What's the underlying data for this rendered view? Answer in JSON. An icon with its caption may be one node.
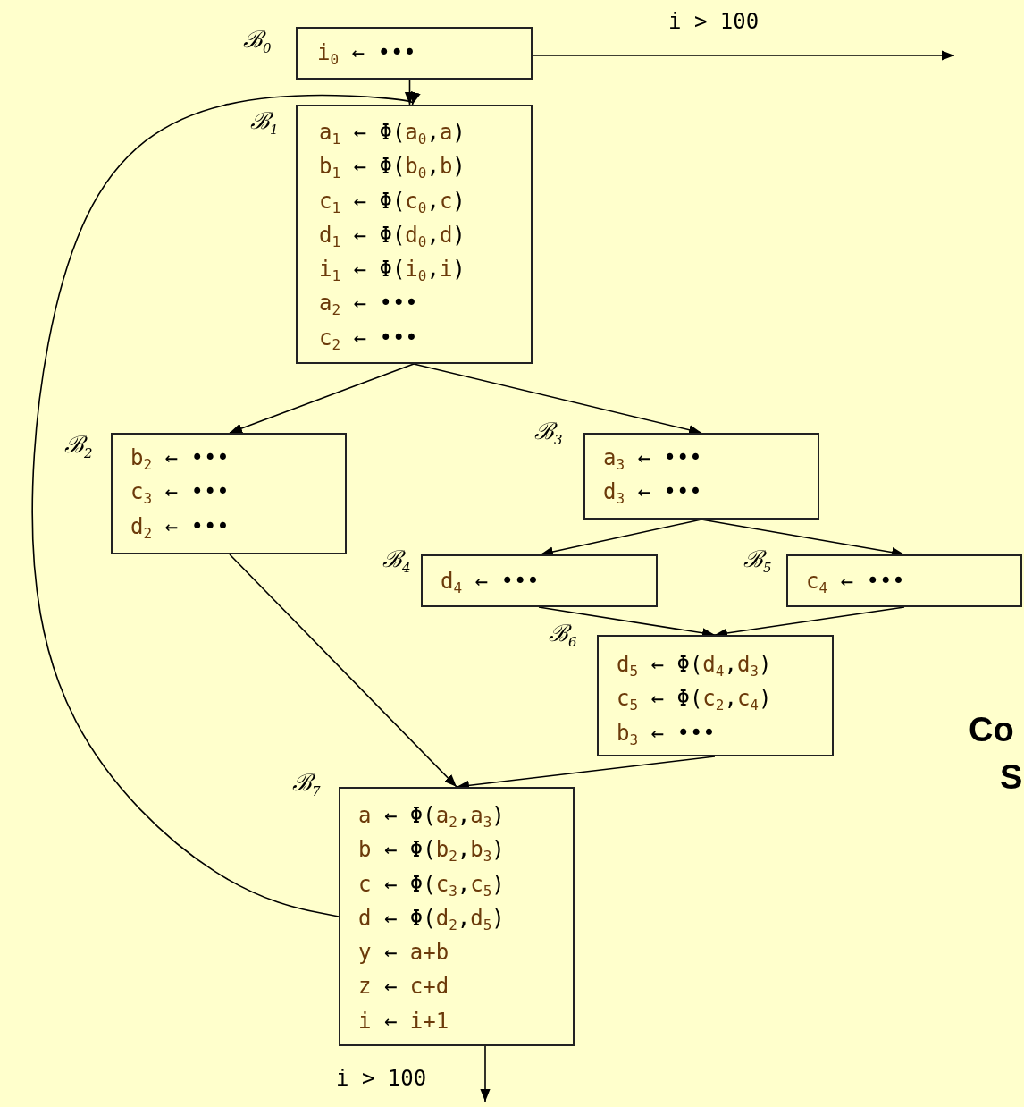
{
  "diagram": {
    "nodes": [
      {
        "text": [
          "i$_{0}$ ← •••"
        ],
        "beside": [
          "ℬ$_{0}$"
        ]
      },
      {
        "text": [
          "a$_{1}$ ← Φ(a$_{0}$,a)",
          "b$_{1}$ ← Φ(b$_{0}$,b)",
          "c$_{1}$ ← Φ(c$_{0}$,c)",
          "d$_{1}$ ← Φ(d$_{0}$,d)",
          "i$_{1}$ ← Φ(i$_{0}$,i)",
          "a$_{2}$ ← •••",
          "c$_{2}$ ← •••"
        ],
        "beside": [
          "ℬ$_{1}$"
        ]
      },
      {
        "text": [
          "b$_{2}$ ← •••",
          "c$_{3}$ ← •••",
          "d$_{2}$ ← •••"
        ],
        "beside": [
          "ℬ$_{2}$"
        ]
      },
      {
        "text": [
          "a$_{3}$ ← •••",
          "d$_{3}$ ← •••"
        ],
        "beside": [
          "ℬ$_{3}$"
        ]
      },
      {
        "text": [
          "d$_{4}$ ← •••"
        ],
        "beside": [
          "ℬ$_{4}$"
        ]
      },
      {
        "text": [
          "c$_{4}$ ← •••"
        ],
        "beside": [
          "ℬ$_{5}$"
        ]
      },
      {
        "text": [
          "d$_{5}$ ← Φ(d$_{4}$,d$_{3}$)",
          "c$_{5}$ ← Φ(c$_{2}$,c$_{4}$)",
          "b$_{3}$ ← •••"
        ],
        "beside": [
          "ℬ$_{6}$"
        ]
      },
      {
        "text": [
          "a ← Φ(a$_{2}$,a$_{3}$)",
          "b ← Φ(b$_{2}$,b$_{3}$)",
          "c ← Φ(c$_{3}$,c$_{5}$)",
          "d ← Φ(d$_{2}$,d$_{5}$)",
          "y ← a+b",
          "z ← c+d",
          "i ← i+1"
        ],
        "beside": [
          "ℬ$_{7}$"
        ]
      }
    ],
    "edges": [
      {
        "from": 0,
        "to": 1,
        "arrow": "to"
      },
      {
        "from": 0,
        "to": null,
        "arrow": "to",
        "label": "i > 100"
      },
      {
        "from": 1,
        "to": 2,
        "arrow": "to"
      },
      {
        "from": 1,
        "to": 3,
        "arrow": "to"
      },
      {
        "from": 3,
        "to": 4,
        "arrow": "to"
      },
      {
        "from": 3,
        "to": 5,
        "arrow": "to"
      },
      {
        "from": 4,
        "to": 6,
        "arrow": "to"
      },
      {
        "from": 5,
        "to": 6,
        "arrow": "to"
      },
      {
        "from": 2,
        "to": 7,
        "arrow": "to"
      },
      {
        "from": 6,
        "to": 7,
        "arrow": "to"
      },
      {
        "from": 7,
        "to": 1,
        "arrow": "to"
      },
      {
        "from": 7,
        "to": null,
        "arrow": "to",
        "label": "i > 100"
      }
    ],
    "labels": [
      "Co",
      "S"
    ]
  }
}
